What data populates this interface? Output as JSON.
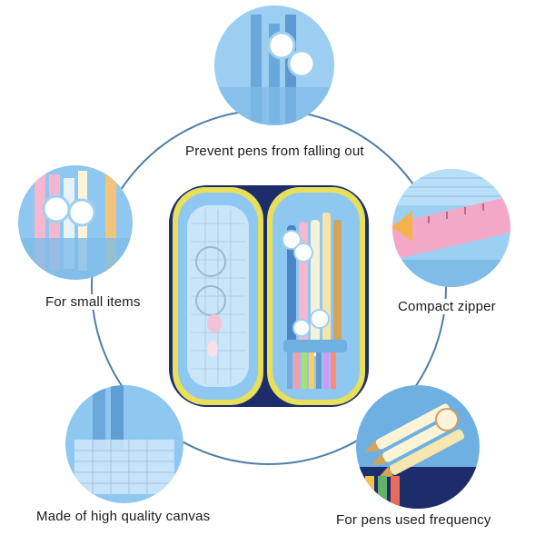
{
  "captions": {
    "top": "Prevent pens from falling out",
    "left": "For small items",
    "right": "Compact zipper",
    "bottom_left": "Made of high quality canvas",
    "bottom_right": "For pens used frequency"
  },
  "colors": {
    "ring": "#4d7ea8",
    "case_blue": "#8ec7ef",
    "case_light": "#cfe8fb",
    "zipper": "#e8e05a",
    "navy": "#1d2d6b",
    "pink_pen": "#f7b6cf",
    "ruler": "#f4a8c8"
  }
}
